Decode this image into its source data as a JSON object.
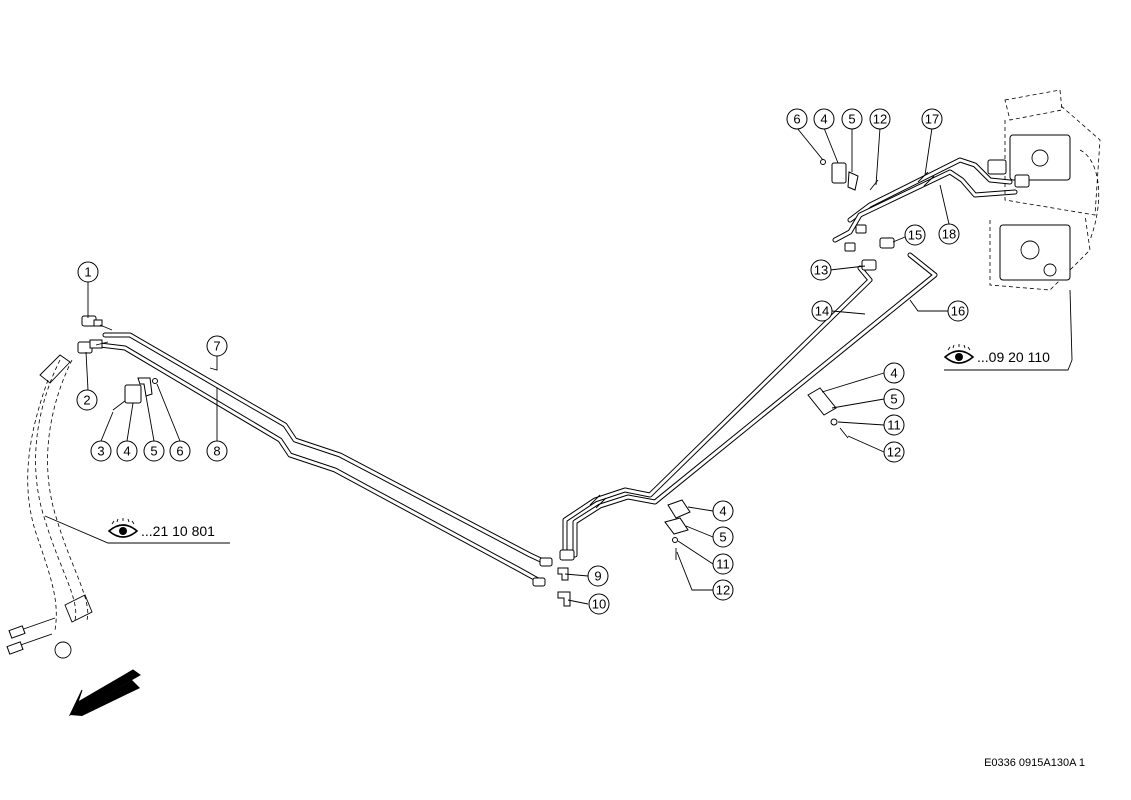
{
  "callouts": [
    "1",
    "2",
    "3",
    "4",
    "5",
    "6",
    "7",
    "8",
    "9",
    "10",
    "11",
    "12",
    "13",
    "14",
    "15",
    "16",
    "17",
    "18"
  ],
  "references": {
    "left": "...21 10 801",
    "right": "...09 20 110"
  },
  "icons": {
    "view_reference": "eye-icon",
    "direction": "direction-arrow-icon"
  },
  "drawing_code": "E0336 0915A130A 1"
}
